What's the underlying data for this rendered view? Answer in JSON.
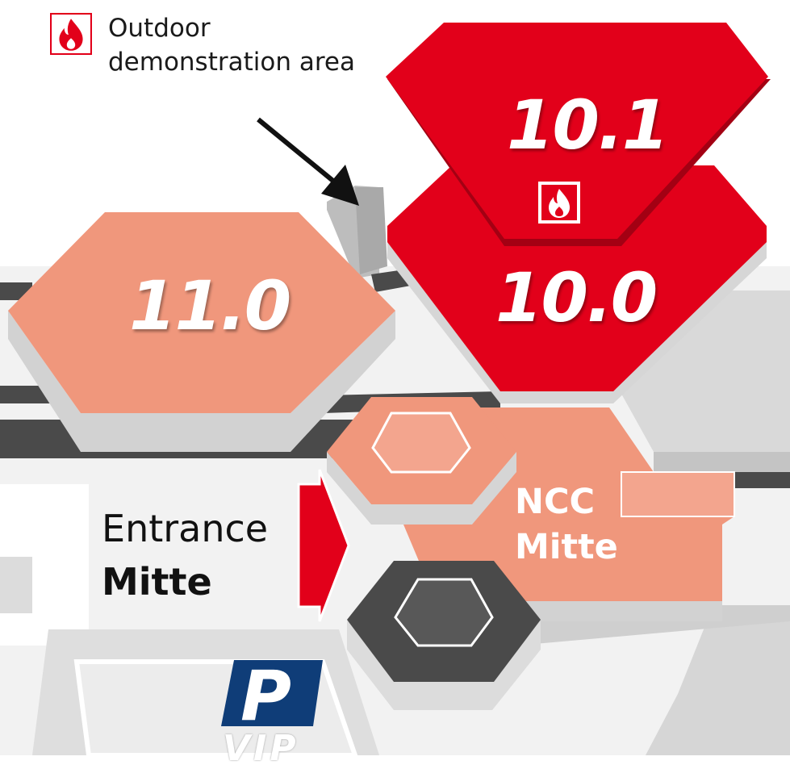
{
  "legend": {
    "icon": "fire-icon",
    "line1": "Outdoor",
    "line2": "demonstration area"
  },
  "halls": {
    "hall_101": {
      "label": "10.1",
      "icon": "fire-icon"
    },
    "hall_100": {
      "label": "10.0"
    },
    "hall_110": {
      "label": "11.0"
    },
    "ncc": {
      "line1": "NCC",
      "line2": "Mitte"
    }
  },
  "entrance": {
    "line1": "Entrance",
    "line2": "Mitte"
  },
  "parking": {
    "symbol": "P",
    "label": "VIP"
  },
  "colors": {
    "red_hall": "#e2001a",
    "salmon_hall": "#f0977c",
    "dark_hall": "#4a4a4a",
    "parking_blue": "#0f3d78",
    "ground_grey": "#e3e3e3"
  }
}
